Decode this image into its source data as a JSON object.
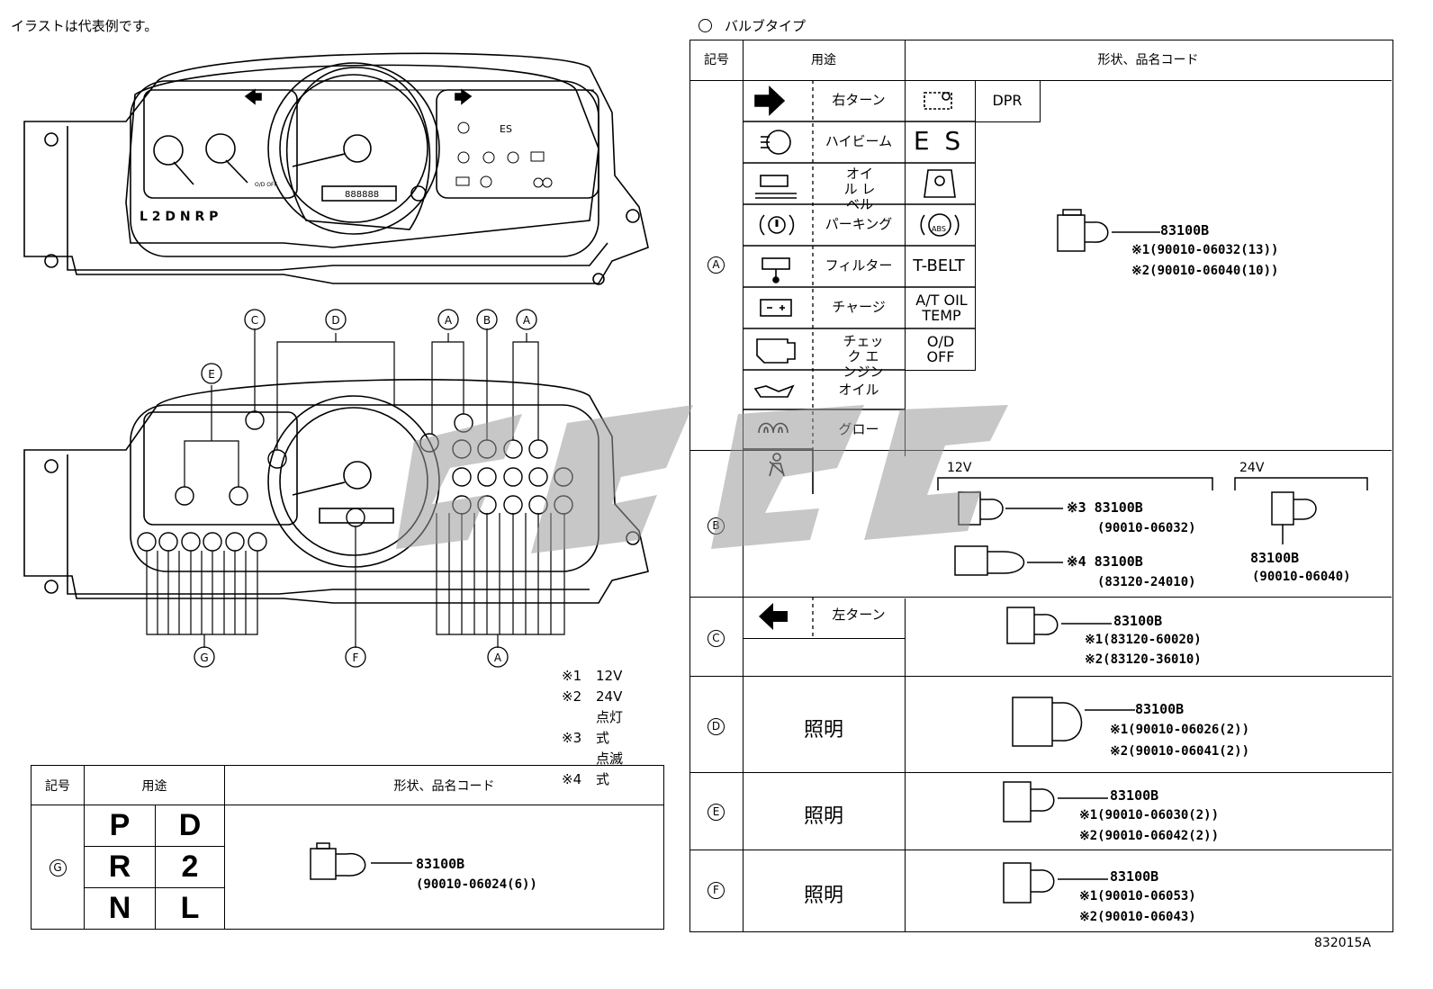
{
  "header_note": "イラストは代表例です。",
  "bulb_type_title": "バルブタイプ",
  "col_headers": {
    "symbol": "記号",
    "usage": "用途",
    "shape": "形状、品名コード"
  },
  "marks": [
    "A",
    "B",
    "C",
    "D",
    "E",
    "F",
    "G"
  ],
  "cluster_labels": {
    "shift": "L 2 D N R P",
    "od_off": "O/D OFF",
    "odometer": "888888"
  },
  "section_a": {
    "uses": [
      "右ターン",
      "ハイビーム",
      "オイル レベル",
      "パーキング",
      "フィルター",
      "チャージ",
      "チェック エンジン",
      "オイル",
      "グロー"
    ],
    "symbols": [
      "DPR",
      "E S",
      "",
      "",
      "T-BELT",
      "A/T OIL TEMP",
      "O/D OFF"
    ],
    "part": "83100B",
    "codes": [
      "※1(90010-06032(13))",
      "※2(90010-06040(10))"
    ]
  },
  "section_b": {
    "v12": "12V",
    "v24": "24V",
    "part": "83100B",
    "code_3": "※3",
    "code_3_num": "(90010-06032)",
    "code_4": "※4",
    "code_4_num": "(83120-24010)",
    "code_24": "(90010-06040)"
  },
  "section_c": {
    "use": "左ターン",
    "part": "83100B",
    "codes": [
      "※1(83120-60020)",
      "※2(83120-36010)"
    ]
  },
  "section_d": {
    "use": "照明",
    "part": "83100B",
    "codes": [
      "※1(90010-06026(2))",
      "※2(90010-06041(2))"
    ]
  },
  "section_e": {
    "use": "照明",
    "part": "83100B",
    "codes": [
      "※1(90010-06030(2))",
      "※2(90010-06042(2))"
    ]
  },
  "section_f": {
    "use": "照明",
    "part": "83100B",
    "codes": [
      "※1(90010-06053)",
      "※2(90010-06043)"
    ]
  },
  "section_g": {
    "letters": [
      "P",
      "D",
      "R",
      "2",
      "N",
      "L"
    ],
    "part": "83100B",
    "code": "(90010-06024(6))"
  },
  "footnotes": [
    {
      "mark": "※1",
      "text": "12V"
    },
    {
      "mark": "※2",
      "text": "24V"
    },
    {
      "mark": "※3",
      "text": "点灯式"
    },
    {
      "mark": "※4",
      "text": "点滅式"
    }
  ],
  "doc_number": "832015A"
}
